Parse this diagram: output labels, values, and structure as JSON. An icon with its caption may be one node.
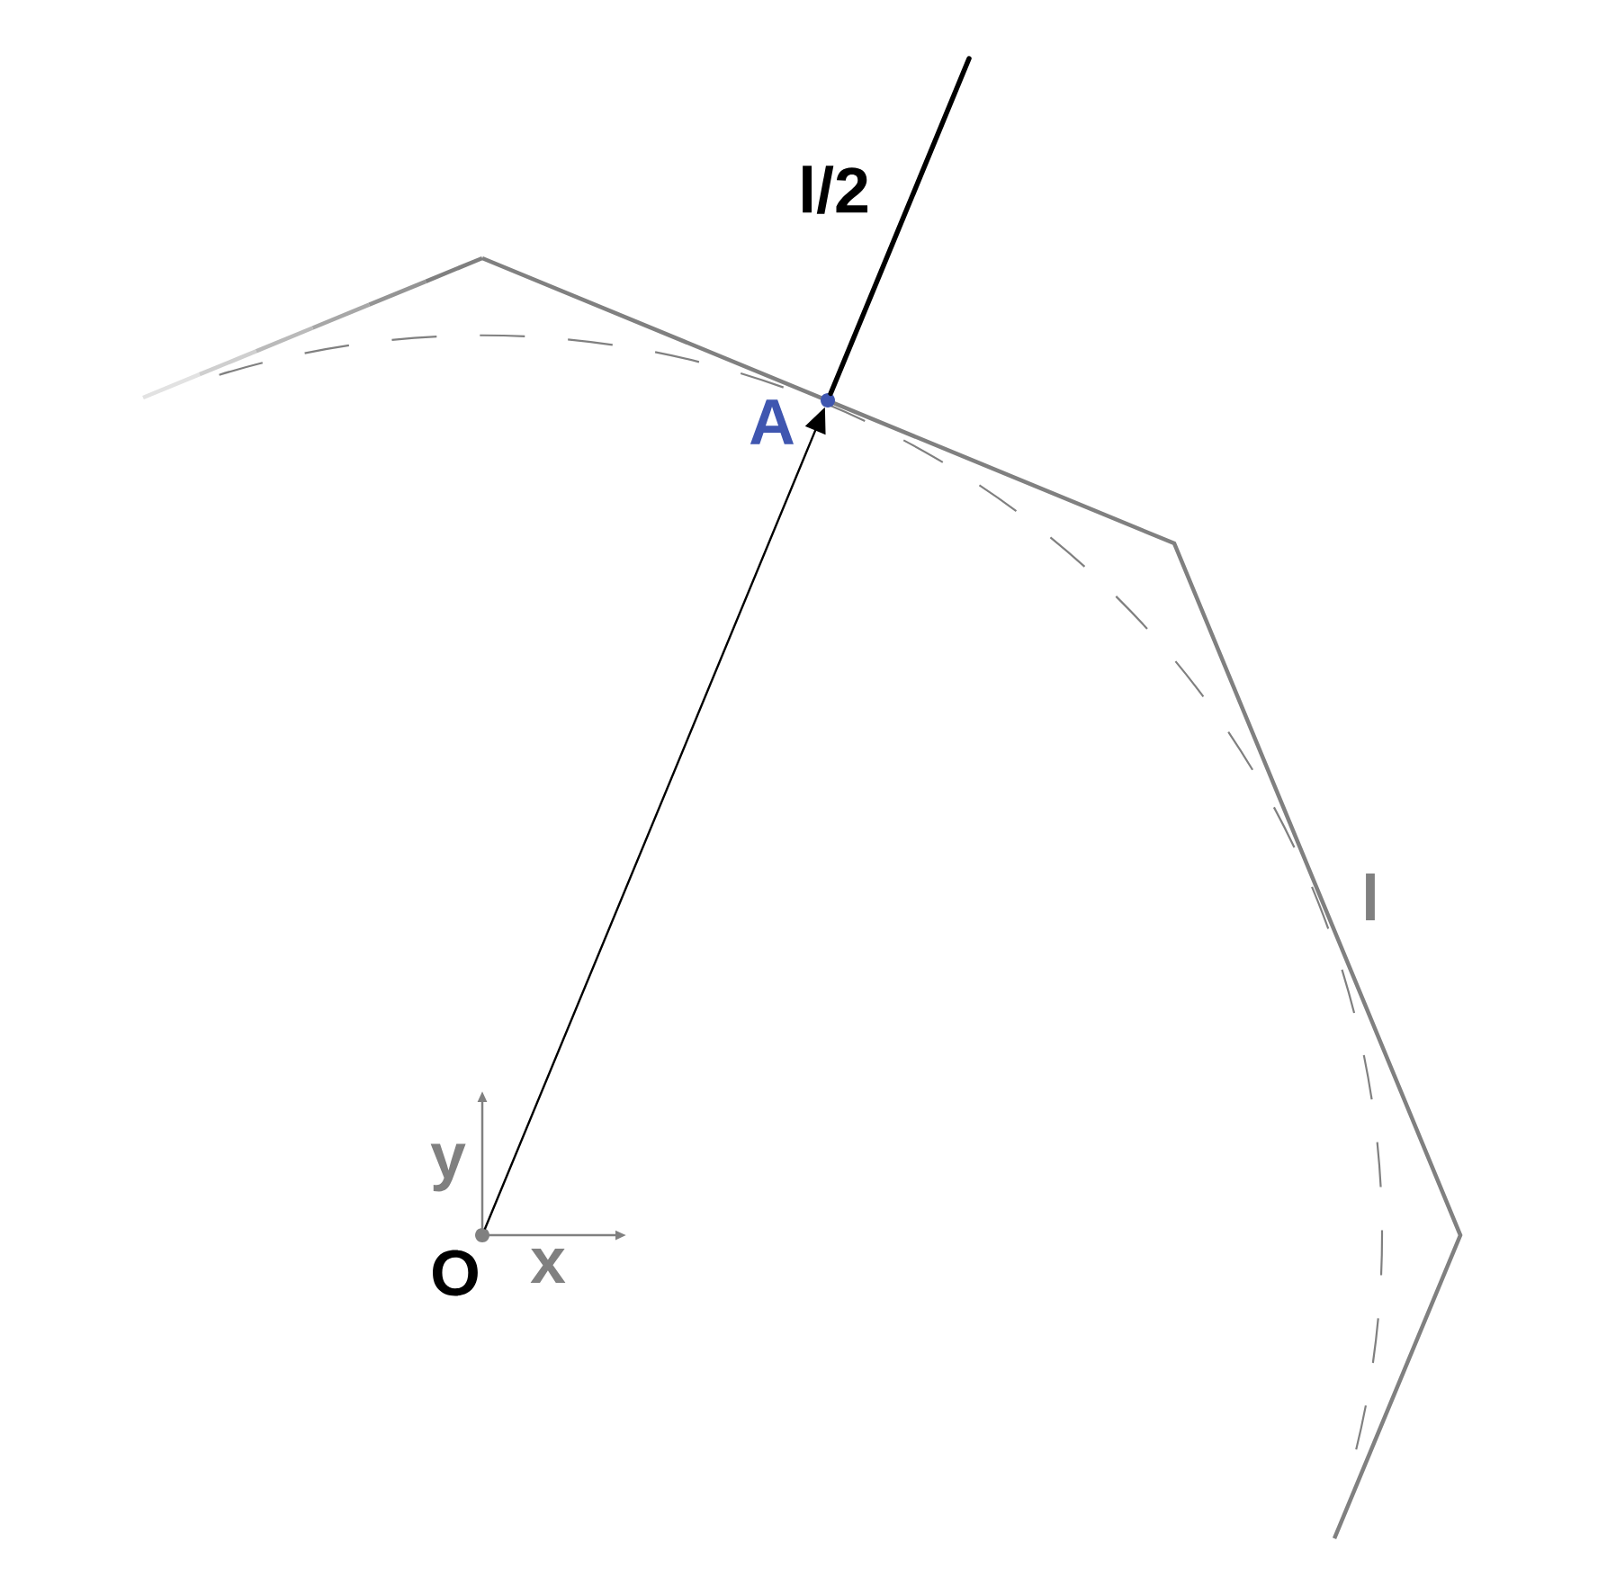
{
  "diagram": {
    "nodes": [
      {
        "text": [
          "O"
        ]
      },
      {
        "text": [
          "A"
        ]
      }
    ],
    "edges": [
      {
        "from": 0,
        "to": 1,
        "arrow": "to"
      },
      {
        "from": 1,
        "to": null,
        "arrow": "none",
        "label": "l/2",
        "style": "thick"
      }
    ],
    "labels": [
      "l",
      "y",
      "x"
    ]
  }
}
